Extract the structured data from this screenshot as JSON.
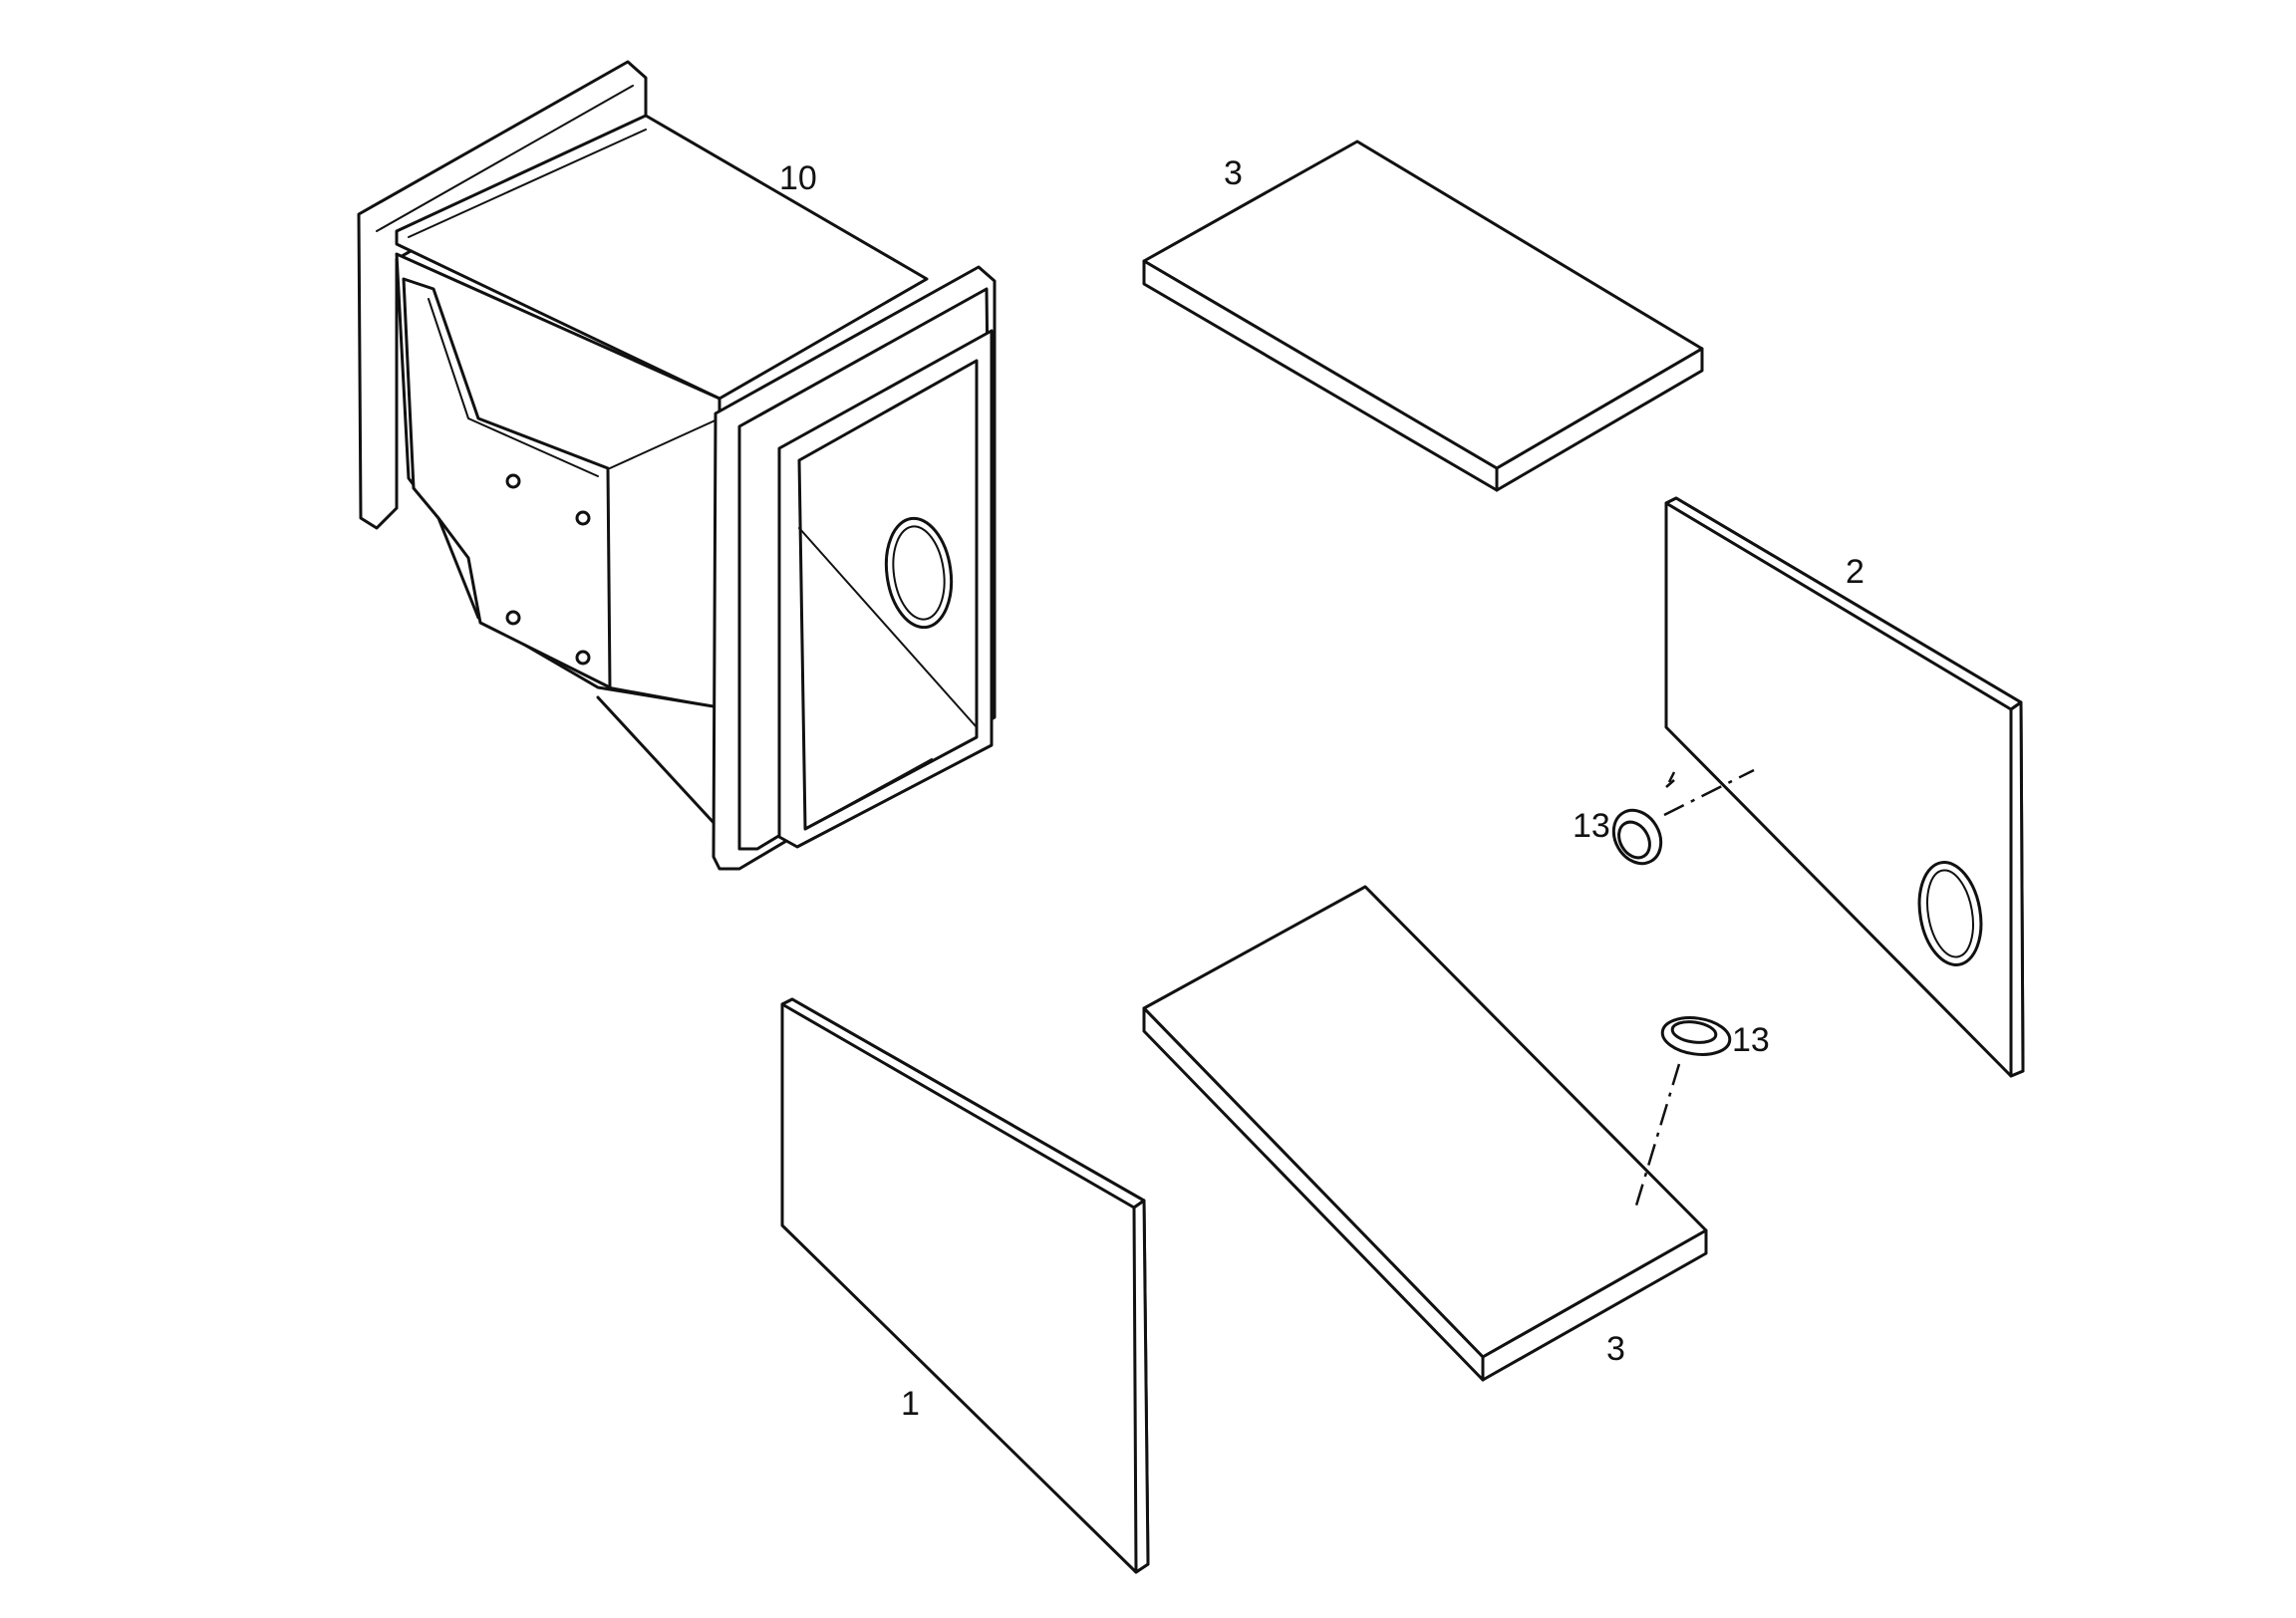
{
  "diagram": {
    "type": "exploded-view",
    "parts": [
      {
        "id": "housing",
        "callout": "10"
      },
      {
        "id": "top-panel",
        "callout": "3"
      },
      {
        "id": "right-side-panel",
        "callout": "2"
      },
      {
        "id": "grommet-upper",
        "callout": "13"
      },
      {
        "id": "grommet-lower",
        "callout": "13"
      },
      {
        "id": "bottom-panel",
        "callout": "3"
      },
      {
        "id": "front-panel",
        "callout": "1"
      }
    ]
  }
}
